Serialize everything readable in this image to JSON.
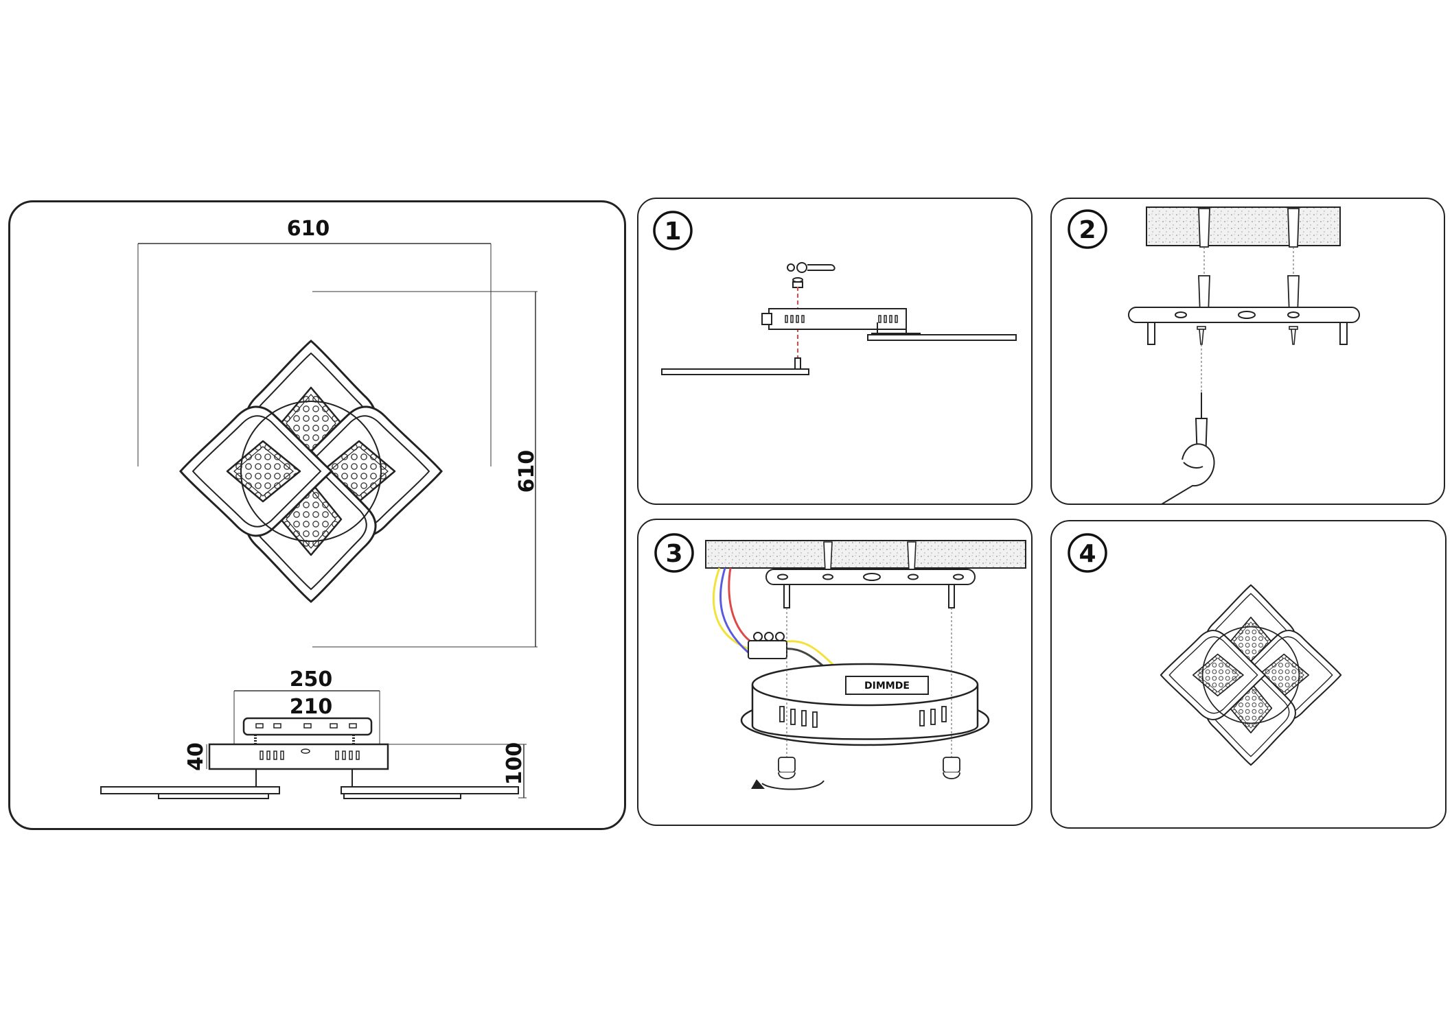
{
  "main": {
    "dimensions": {
      "width": "610",
      "height": "610",
      "base_outer": "250",
      "base_inner": "210",
      "base_height": "40",
      "total_height": "100"
    }
  },
  "steps": [
    {
      "number": "1"
    },
    {
      "number": "2"
    },
    {
      "number": "3",
      "driver_label": "DIMMDE"
    },
    {
      "number": "4"
    }
  ],
  "colors": {
    "line": "#222222",
    "wire_red": "#e04848",
    "wire_blue": "#5a5ae0",
    "wire_yellow": "#f2e23a"
  }
}
